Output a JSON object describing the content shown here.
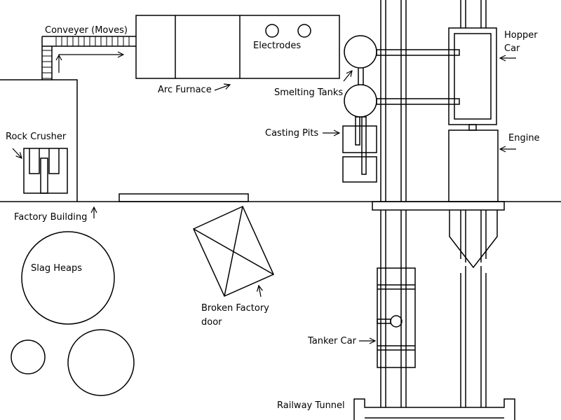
{
  "labels": {
    "conveyor": "Conveyer (Moves)",
    "electrodes": "Electrodes",
    "arc_furnace": "Arc Furnace",
    "smelting_tanks": "Smelting Tanks",
    "casting_pits": "Casting Pits",
    "hopper_line1": "Hopper",
    "hopper_line2": "Car",
    "engine": "Engine",
    "rock_crusher": "Rock Crusher",
    "factory_building": "Factory Building",
    "slag_heaps": "Slag Heaps",
    "broken_door_line1": "Broken Factory",
    "broken_door_line2": "door",
    "tanker_car": "Tanker Car",
    "railway_tunnel": "Railway Tunnel"
  },
  "colors": {
    "stroke": "#000000",
    "background": "#ffffff"
  }
}
